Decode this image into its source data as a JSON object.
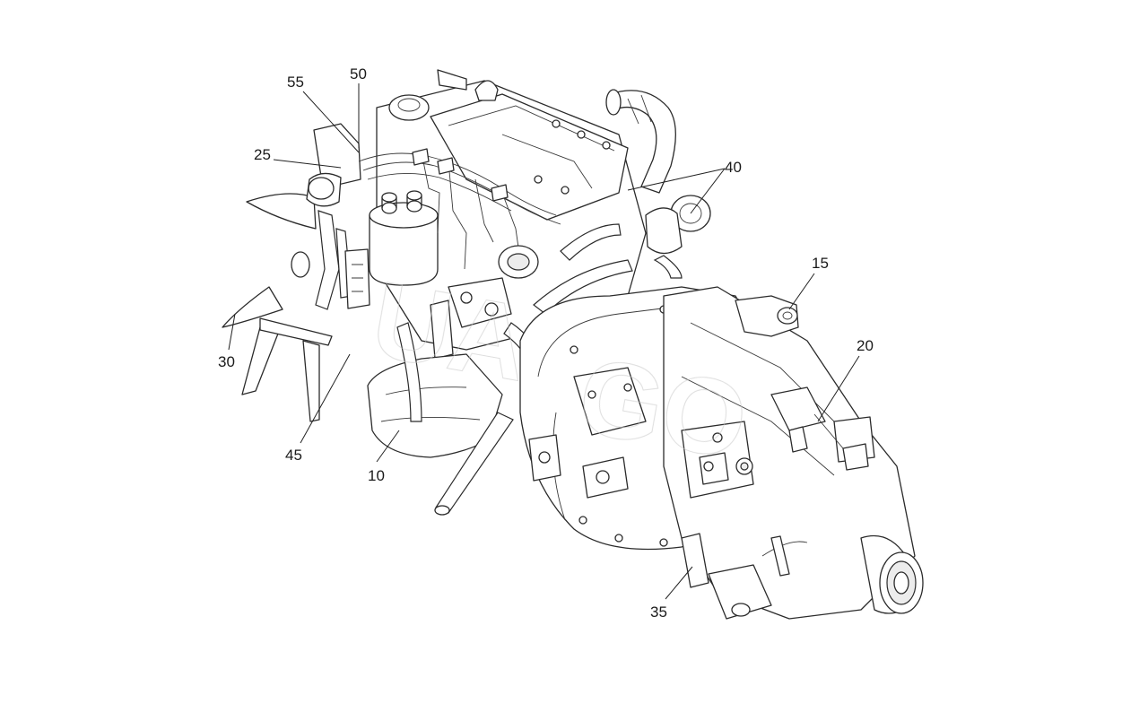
{
  "callouts": [
    {
      "id": "c55",
      "label": "55"
    },
    {
      "id": "c50",
      "label": "50"
    },
    {
      "id": "c25",
      "label": "25"
    },
    {
      "id": "c40",
      "label": "40"
    },
    {
      "id": "c15",
      "label": "15"
    },
    {
      "id": "c20",
      "label": "20"
    },
    {
      "id": "c30",
      "label": "30"
    },
    {
      "id": "c45",
      "label": "45"
    },
    {
      "id": "c10",
      "label": "10"
    },
    {
      "id": "c35",
      "label": "35"
    }
  ]
}
